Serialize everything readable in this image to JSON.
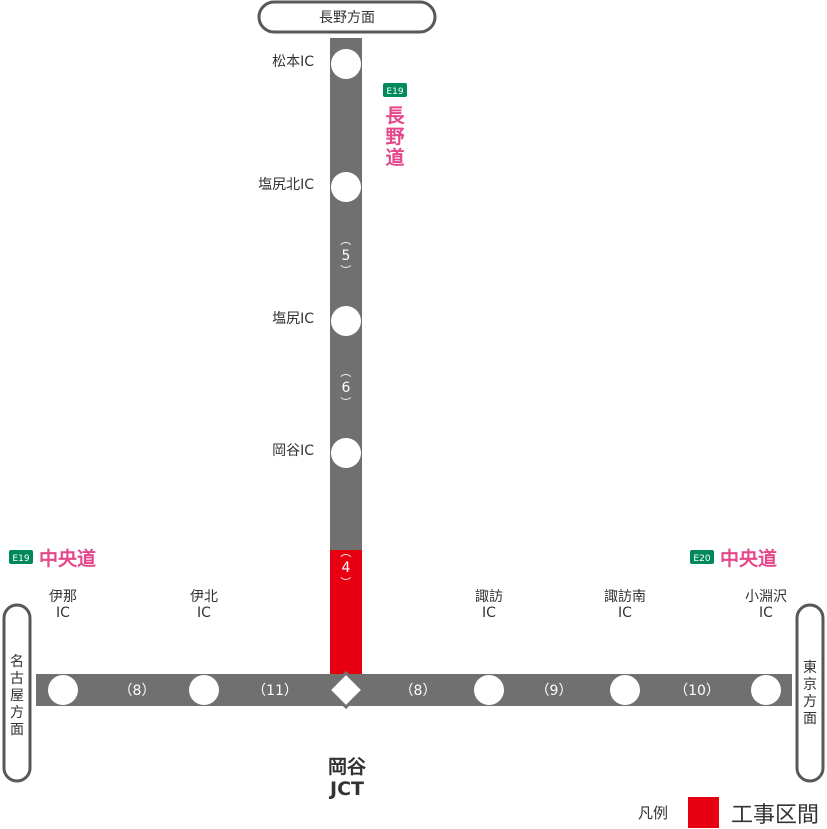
{
  "colors": {
    "road": "#717071",
    "construction": "#e60012",
    "station_fill": "#ffffff",
    "text": "#333333",
    "route_name": "#e4478c",
    "badge": "#008a5a",
    "frame": "#595757"
  },
  "direction_labels": {
    "north": "長野方面",
    "west": [
      "名",
      "古",
      "屋",
      "方",
      "面"
    ],
    "east": [
      "東",
      "京",
      "方",
      "面"
    ]
  },
  "routes": {
    "nagano": {
      "badge": "E19",
      "name": [
        "長",
        "野",
        "道"
      ]
    },
    "chuo_west": {
      "badge": "E19",
      "name": "中央道"
    },
    "chuo_east": {
      "badge": "E20",
      "name": "中央道"
    }
  },
  "vertical_stations": [
    {
      "name": "松本IC"
    },
    {
      "name": "塩尻北IC"
    },
    {
      "name": "塩尻IC"
    },
    {
      "name": "岡谷IC"
    }
  ],
  "vertical_distances": [
    {
      "lines": [
        "（",
        "5",
        "）"
      ],
      "construction": false
    },
    {
      "lines": [
        "（",
        "6",
        "）"
      ],
      "construction": false
    },
    {
      "lines": [
        "（",
        "4",
        "）"
      ],
      "construction": true
    }
  ],
  "horizontal_stations": [
    {
      "name": [
        "伊那",
        "IC"
      ]
    },
    {
      "name": [
        "伊北",
        "IC"
      ]
    },
    {
      "name": [
        "諏訪",
        "IC"
      ]
    },
    {
      "name": [
        "諏訪南",
        "IC"
      ]
    },
    {
      "name": [
        "小淵沢",
        "IC"
      ]
    }
  ],
  "horizontal_distances": [
    {
      "label": "（8）"
    },
    {
      "label": "（11）"
    },
    {
      "label": "（8）"
    },
    {
      "label": "（9）"
    },
    {
      "label": "（10）"
    }
  ],
  "junction": {
    "name": [
      "岡谷",
      "JCT"
    ]
  },
  "legend": {
    "caption": "凡例",
    "label": "工事区間"
  }
}
